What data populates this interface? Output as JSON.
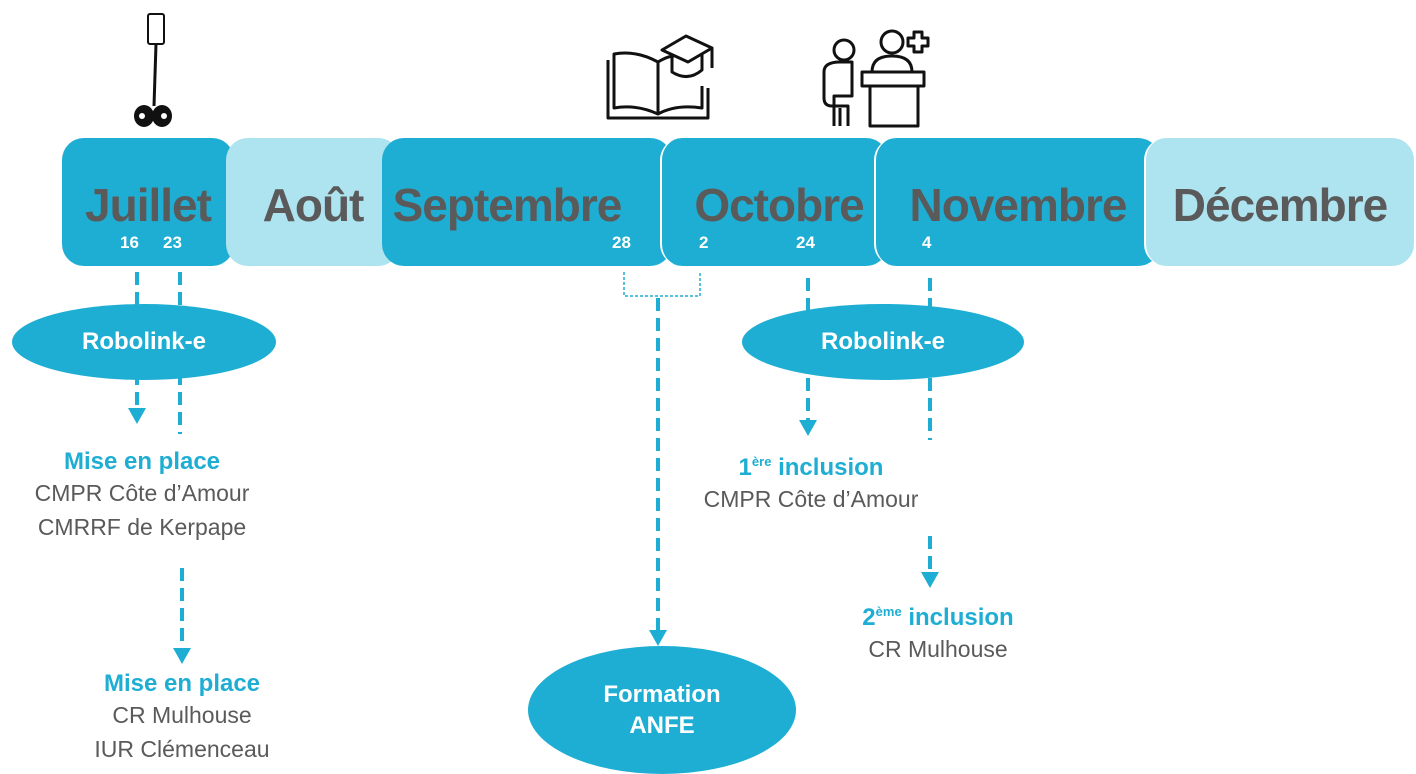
{
  "months": [
    {
      "label": "Juillet",
      "shade": "dark"
    },
    {
      "label": "Août",
      "shade": "light"
    },
    {
      "label": "Septembre",
      "shade": "dark"
    },
    {
      "label": "Octobre",
      "shade": "dark"
    },
    {
      "label": "Novembre",
      "shade": "dark"
    },
    {
      "label": "Décembre",
      "shade": "light"
    }
  ],
  "dates": [
    "16",
    "23",
    "28",
    "2",
    "24",
    "4"
  ],
  "ovals": {
    "robolink_1": "Robolink-e",
    "robolink_2": "Robolink-e",
    "formation_line1": "Formation",
    "formation_line2": "ANFE"
  },
  "events": {
    "mise_en_place_1": {
      "title": "Mise en place",
      "lines": [
        "CMPR Côte d’Amour",
        "CMRRF de Kerpape"
      ]
    },
    "mise_en_place_2": {
      "title": "Mise en place",
      "lines": [
        "CR Mulhouse",
        "IUR Clémenceau"
      ]
    },
    "inclusion_1": {
      "num": "1",
      "sup": "ère",
      "word": " inclusion",
      "lines": [
        "CMPR Côte d’Amour"
      ]
    },
    "inclusion_2": {
      "num": "2",
      "sup": "ème",
      "word": " inclusion",
      "lines": [
        "CR Mulhouse"
      ]
    }
  },
  "icons": [
    "telepresence-robot-icon",
    "book-graduation-cap-icon",
    "medical-consultation-icon"
  ],
  "colors": {
    "accent": "#1faed3",
    "light": "#aee3f0",
    "text": "#5a5a5a"
  }
}
